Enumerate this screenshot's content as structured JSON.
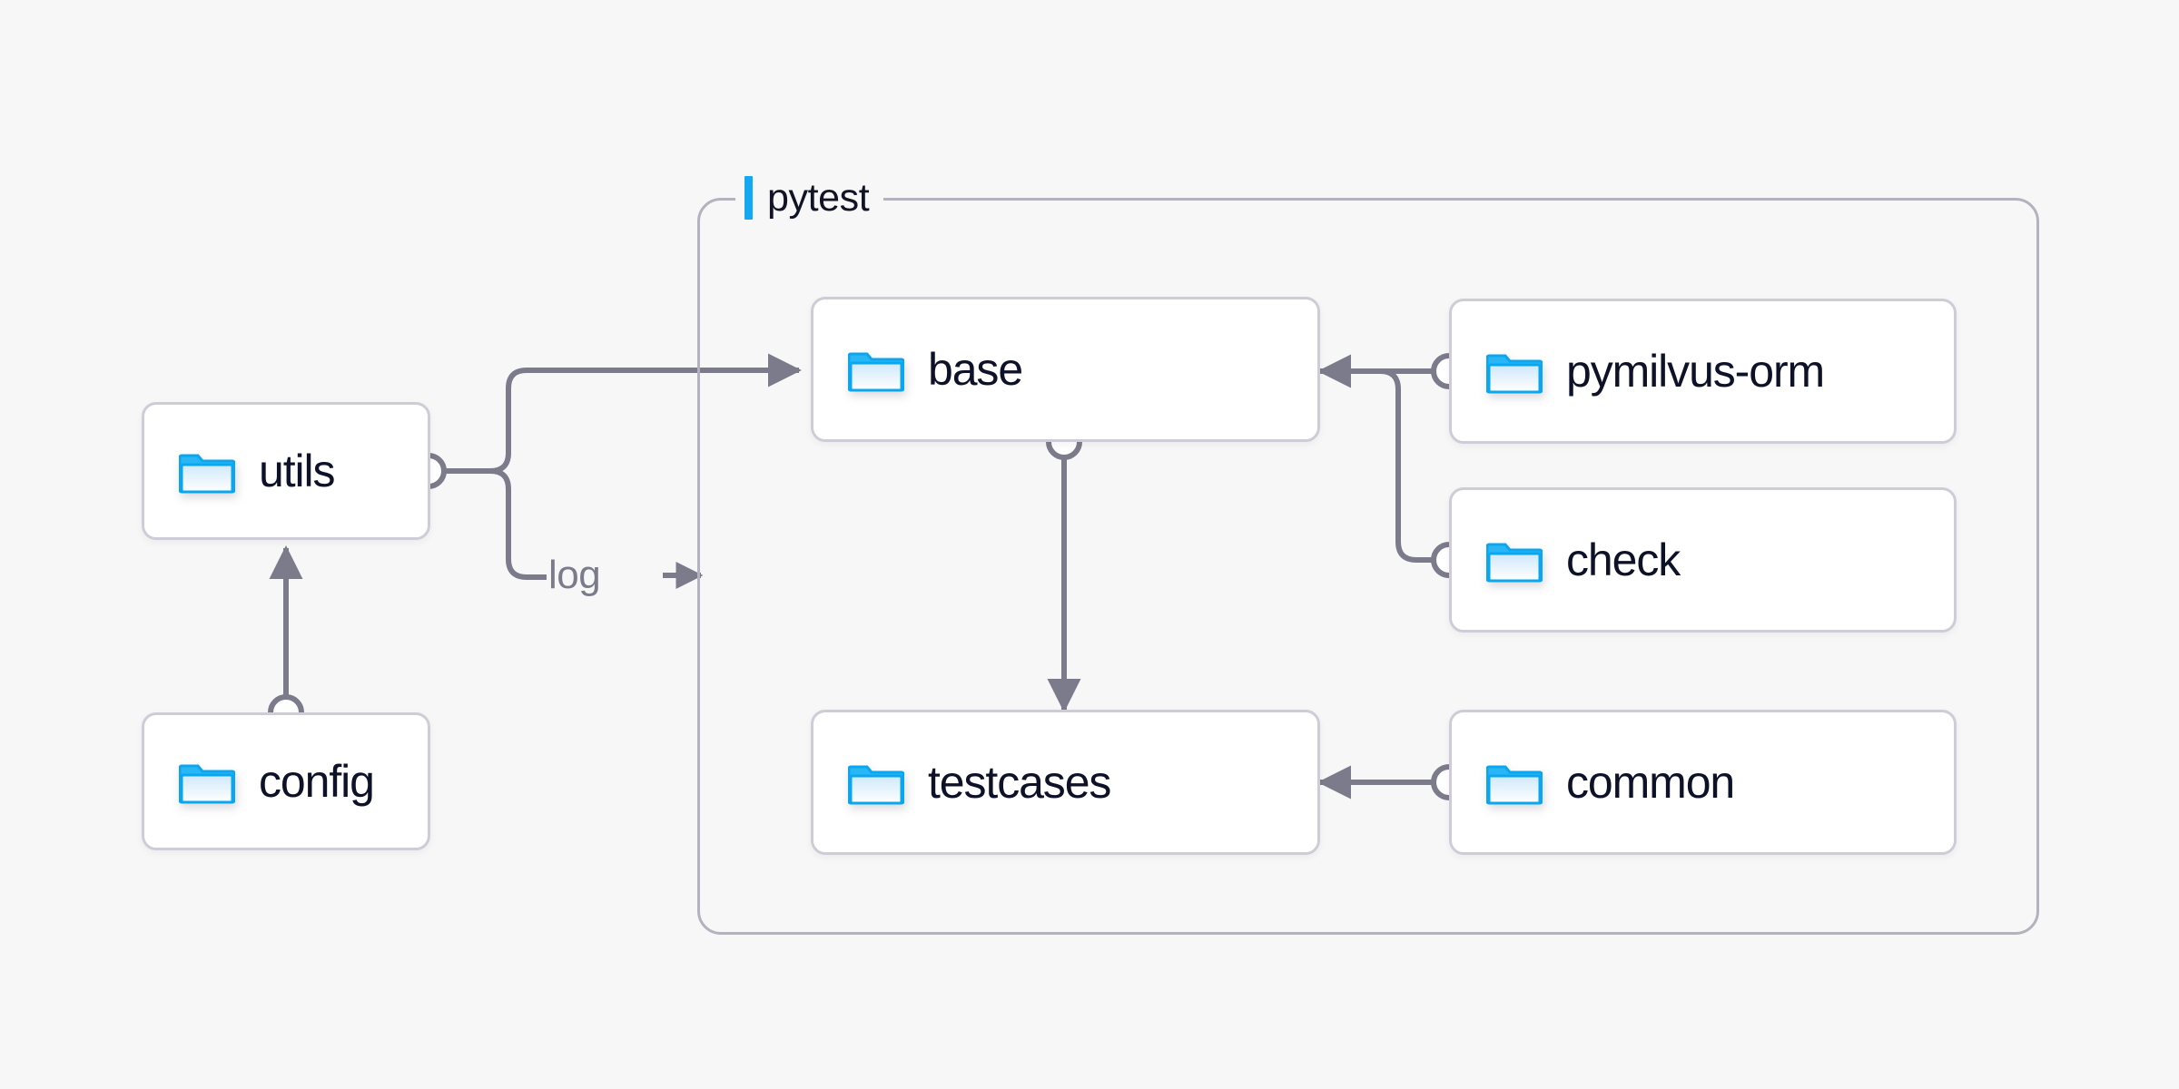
{
  "diagram": {
    "title_hidden": "",
    "background_color": "#f7f7f7",
    "edge_color": "#7b7b8b",
    "group_border_color": "#b5b2c0",
    "node_border_color": "#cfccd8",
    "accent_color": "#13a9f2",
    "text_color": "#0d1228"
  },
  "group": {
    "label": "pytest",
    "accent_color": "#13a9f2"
  },
  "nodes": [
    {
      "id": "utils",
      "label": "utils",
      "icon": "folder-icon"
    },
    {
      "id": "config",
      "label": "config",
      "icon": "folder-icon"
    },
    {
      "id": "base",
      "label": "base",
      "icon": "folder-icon"
    },
    {
      "id": "testcases",
      "label": "testcases",
      "icon": "folder-icon"
    },
    {
      "id": "pymilvus-orm",
      "label": "pymilvus-orm",
      "icon": "folder-icon"
    },
    {
      "id": "check",
      "label": "check",
      "icon": "folder-icon"
    },
    {
      "id": "common",
      "label": "common",
      "icon": "folder-icon"
    }
  ],
  "edge_labels": [
    {
      "id": "log",
      "label": "log"
    }
  ]
}
